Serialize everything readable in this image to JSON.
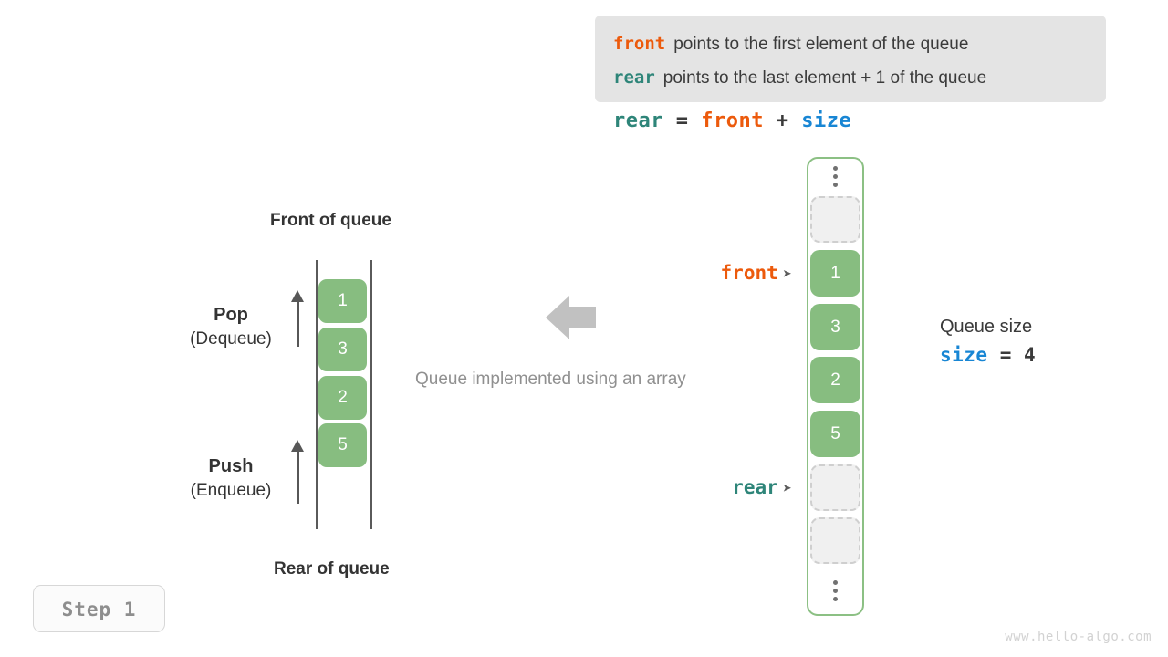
{
  "info_box": {
    "lines": [
      {
        "term": "front",
        "term_color": "#ec5a0c",
        "text": "points to the first element of the queue"
      },
      {
        "term": "rear",
        "term_color": "#2e8579",
        "text": "points to the last element + 1 of the queue"
      }
    ]
  },
  "formula": {
    "lhs": "rear",
    "eq": "=",
    "rhs1": "front",
    "plus": "+",
    "rhs2": "size"
  },
  "left_diagram": {
    "front_label": "Front of queue",
    "rear_label": "Rear of queue",
    "pop": {
      "title": "Pop",
      "subtitle": "(Dequeue)"
    },
    "push": {
      "title": "Push",
      "subtitle": "(Enqueue)"
    },
    "cells": [
      "1",
      "3",
      "2",
      "5"
    ]
  },
  "middle": {
    "caption": "Queue implemented using an array",
    "arrow_direction": "left"
  },
  "array_column": {
    "top_ellipsis": "⋮",
    "bottom_ellipsis": "⋮",
    "cells": [
      {
        "value": "",
        "state": "empty"
      },
      {
        "value": "1",
        "state": "filled"
      },
      {
        "value": "3",
        "state": "filled"
      },
      {
        "value": "2",
        "state": "filled"
      },
      {
        "value": "5",
        "state": "filled"
      },
      {
        "value": "",
        "state": "empty"
      },
      {
        "value": "",
        "state": "empty"
      }
    ],
    "pointers": [
      {
        "name": "front",
        "glyph": "➤"
      },
      {
        "name": "rear",
        "glyph": "➤"
      }
    ]
  },
  "size_note": {
    "title": "Queue size",
    "var": "size",
    "eq": "=",
    "value": "4"
  },
  "step_badge": {
    "label": "Step 1"
  },
  "watermark": {
    "text": "www.hello-algo.com"
  },
  "colors": {
    "front": "#ec5a0c",
    "rear": "#2e8579",
    "size": "#1886d4",
    "cell_fill": "#87bd80",
    "container_border": "#8cc084",
    "info_bg": "#e4e4e4",
    "muted": "#909090"
  }
}
